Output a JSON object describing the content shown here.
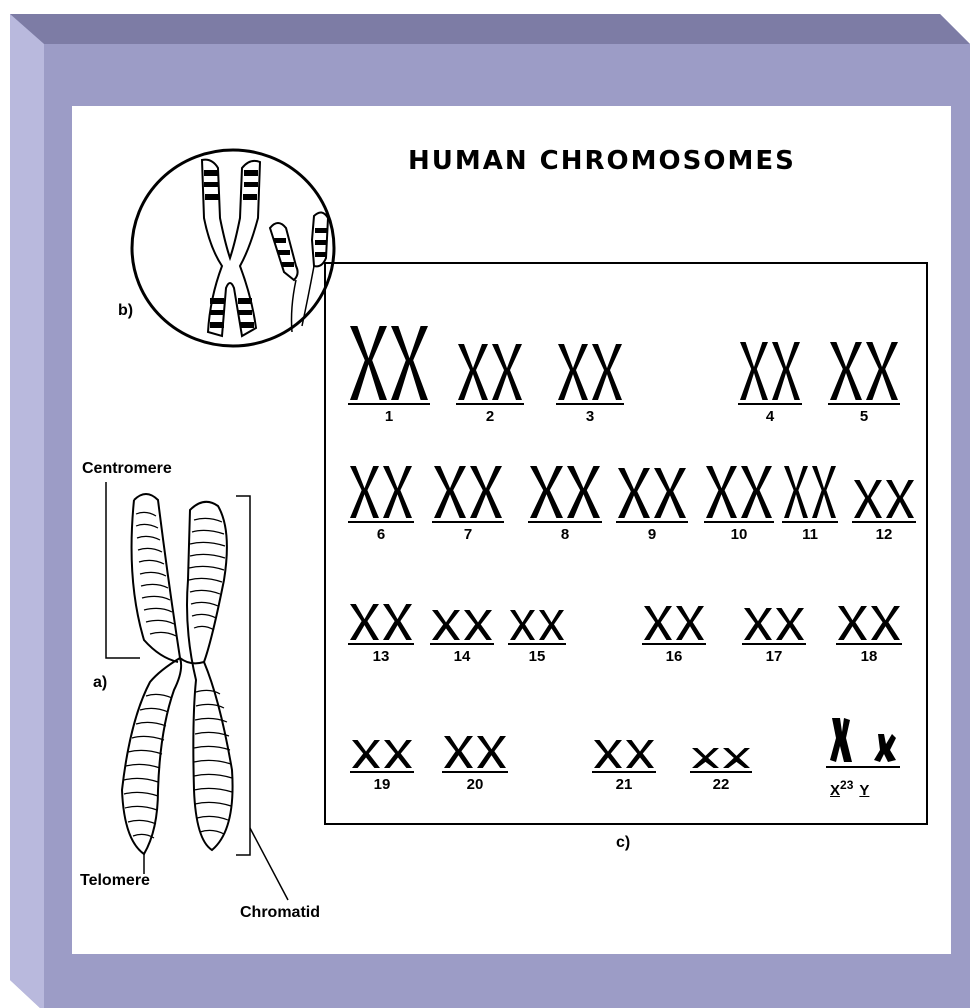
{
  "title": "HUMAN CHROMOSOMES",
  "labels": {
    "b": "b)",
    "a": "a)",
    "c": "c)",
    "centromere": "Centromere",
    "telomere": "Telomere",
    "chromatid": "Chromatid"
  },
  "karyotype": {
    "pairs": [
      "1",
      "2",
      "3",
      "4",
      "5",
      "6",
      "7",
      "8",
      "9",
      "10",
      "11",
      "12",
      "13",
      "14",
      "15",
      "16",
      "17",
      "18",
      "19",
      "20",
      "21",
      "22"
    ],
    "sex_pair": {
      "x": "X",
      "superscript": "23",
      "y": "Y"
    }
  },
  "colors": {
    "frame": "#9c9cc6",
    "frame_top": "#7d7ca5",
    "frame_left": "#b9b9dd",
    "ink": "#000000"
  }
}
